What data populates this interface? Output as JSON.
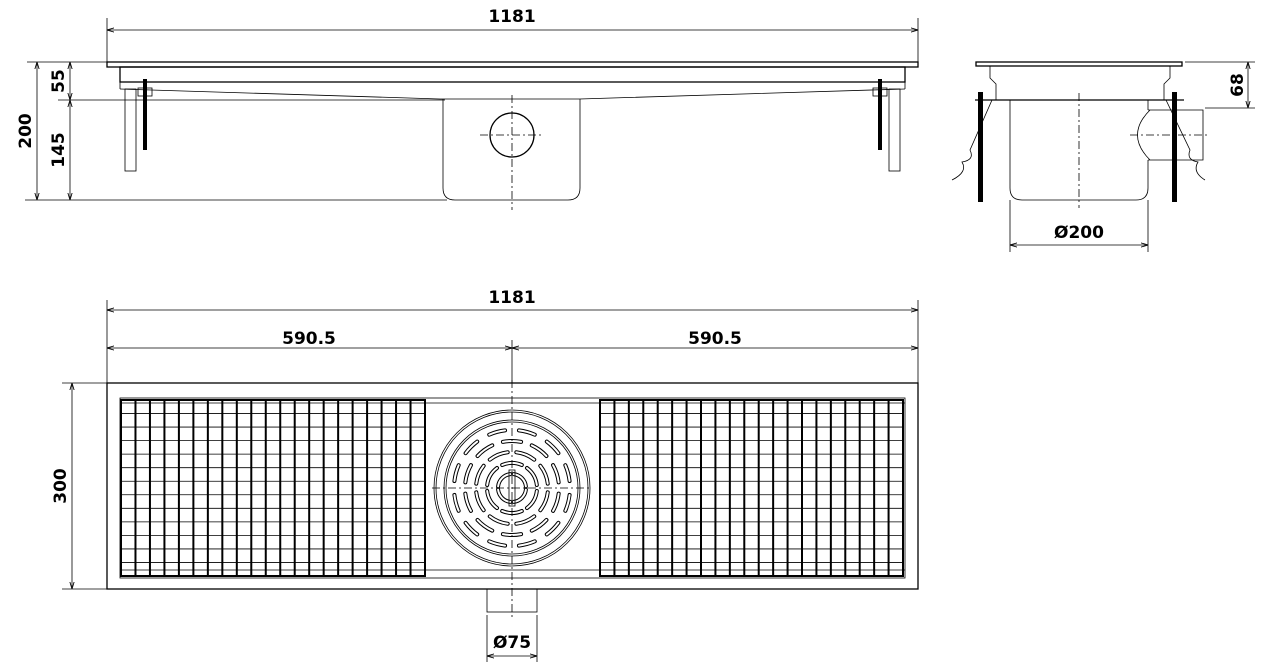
{
  "dimensions": {
    "front_length": "1181",
    "total_height": "200",
    "upper_height": "55",
    "lower_height": "145",
    "side_height": "68",
    "sump_diameter": "Ø200",
    "plan_length": "1181",
    "half_left": "590.5",
    "half_right": "590.5",
    "plan_width": "300",
    "outlet_diameter": "Ø75"
  }
}
